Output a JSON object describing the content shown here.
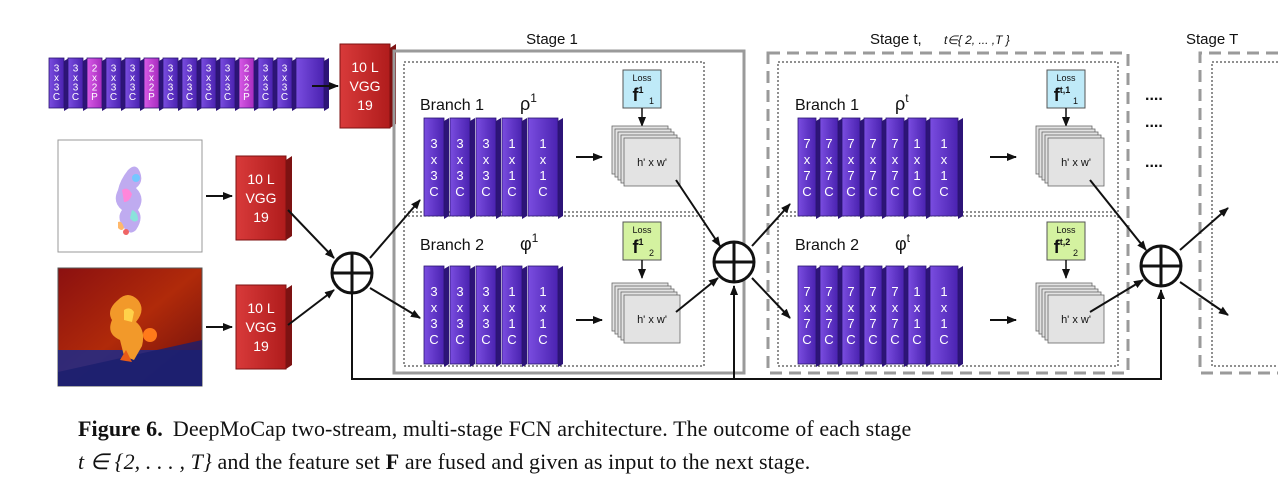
{
  "figure": {
    "stage1_title": "Stage 1",
    "staget_title": "Stage t,",
    "staget_condition": "t∈{ 2, ... ,T }",
    "stageT_title": "Stage T",
    "ellipsis": "....",
    "input_blocks": [
      "3x3C",
      "3x3C",
      "2x2P",
      "3x3C",
      "3x3C",
      "2x2P",
      "3x3C",
      "3x3C",
      "3x3C",
      "3x3C",
      "2x2P",
      "3x3C",
      "3x3C",
      ""
    ],
    "vgg_label": [
      "10 L",
      "VGG",
      "19"
    ],
    "branch1_label": "Branch 1",
    "branch2_label": "Branch 2",
    "rho1": "ρ1",
    "phi1": "φ1",
    "rhot": "ρt",
    "phit": "φt",
    "stage1_branch_blocks": [
      "3x3C",
      "3x3C",
      "3x3C",
      "1x1C",
      "1x1C"
    ],
    "staget_branch_blocks": [
      "7x7C",
      "7x7C",
      "7x7C",
      "7x7C",
      "7x7C",
      "1x1C",
      "1x1C"
    ],
    "loss_label": "Loss",
    "f1": "f11",
    "f2": "f12",
    "output_label": "h' x w'",
    "colors": {
      "block_purple": "#5a2fc8",
      "block_pink": "#c03dd0",
      "vgg_red": "#c62828",
      "loss_blue": "#bfeaf8",
      "loss_green": "#d4f2a0",
      "output_gray": "#e0e0e0"
    }
  },
  "caption": {
    "label": "Figure 6.",
    "line1": "DeepMoCap two-stream, multi-stage FCN architecture.  The outcome of each stage",
    "line2_math": "t ∈ {2, . . . , T}",
    "line2_pre": "and the feature set",
    "line2_bold": "F",
    "line2_post": "are fused and given as input to the next stage."
  }
}
